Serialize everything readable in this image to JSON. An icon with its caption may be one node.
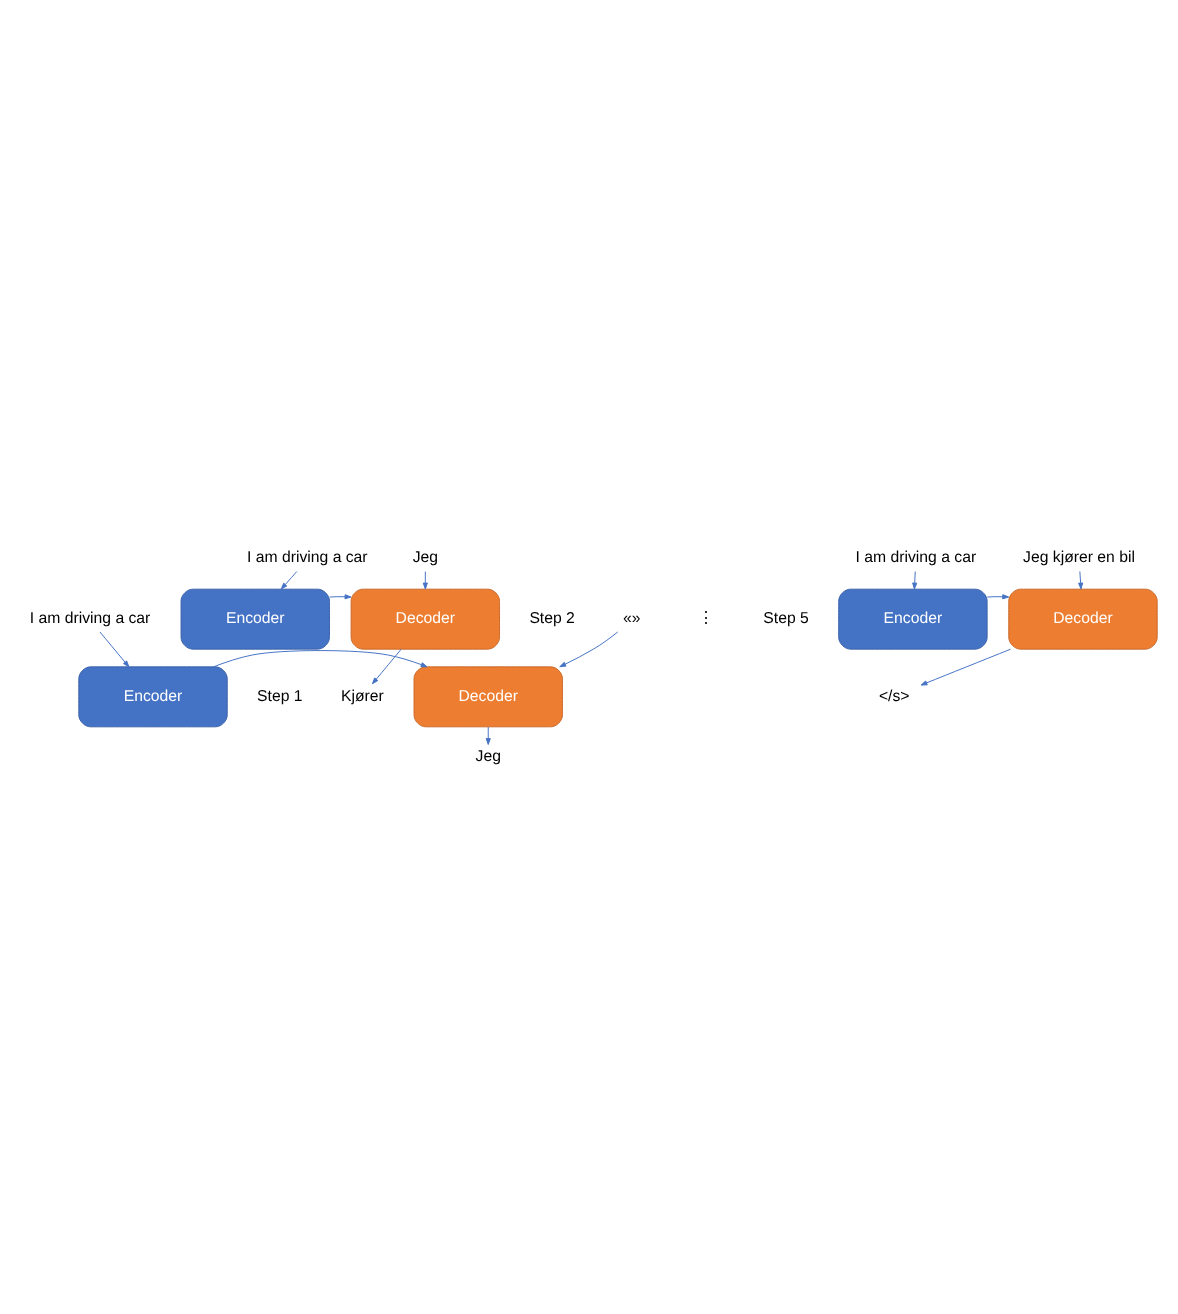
{
  "diagram": {
    "nodes": [
      {
        "text": [
          "Jeg"
        ]
      },
      {
        "text": [
          "Encoder"
        ]
      },
      {
        "text": [
          "Decoder"
        ]
      },
      {
        "text": [
          "I am driving a car"
        ]
      },
      {
        "text": [
          "«»"
        ]
      },
      {
        "text": [
          "Kjører"
        ]
      },
      {
        "text": [
          "Encoder"
        ]
      },
      {
        "text": [
          "Decoder"
        ]
      },
      {
        "text": [
          "I am driving a car"
        ]
      },
      {
        "text": [
          "Jeg"
        ]
      },
      {
        "text": [
          "</s>"
        ]
      },
      {
        "text": [
          "Encoder"
        ]
      },
      {
        "text": [
          "Decoder"
        ]
      },
      {
        "text": [
          "I am driving a car"
        ]
      },
      {
        "text": [
          "Jeg kjører en bil"
        ]
      }
    ],
    "edges": [
      {
        "from": 3,
        "to": 1,
        "arrow": "to"
      },
      {
        "from": 1,
        "to": 2,
        "arrow": "to"
      },
      {
        "from": 4,
        "to": 2,
        "arrow": "to"
      },
      {
        "from": 2,
        "to": 0,
        "arrow": "to"
      },
      {
        "from": 8,
        "to": 6,
        "arrow": "to"
      },
      {
        "from": 6,
        "to": 7,
        "arrow": "to"
      },
      {
        "from": 9,
        "to": 7,
        "arrow": "to"
      },
      {
        "from": 7,
        "to": 5,
        "arrow": "to"
      },
      {
        "from": 13,
        "to": 11,
        "arrow": "to"
      },
      {
        "from": 11,
        "to": 12,
        "arrow": "to"
      },
      {
        "from": 14,
        "to": 12,
        "arrow": "to"
      },
      {
        "from": 12,
        "to": 10,
        "arrow": "to"
      }
    ],
    "labels": [
      "Step 1",
      "Step 2",
      "⋮",
      "Step 5"
    ]
  }
}
